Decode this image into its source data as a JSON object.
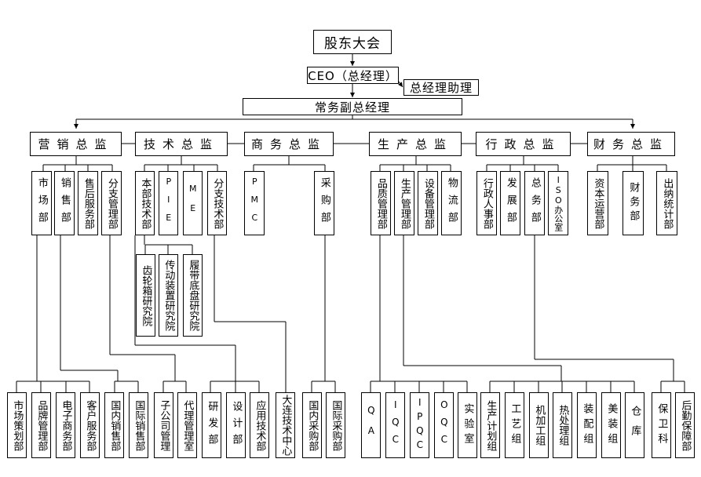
{
  "top": {
    "board": "股东大会",
    "ceo": "CEO（总经理）",
    "assistant": "总经理助理",
    "evp": "常务副总经理"
  },
  "directors": {
    "marketing": "营销总监",
    "technical": "技术总监",
    "business": "商务总监",
    "production": "生产总监",
    "admin": "行政总监",
    "finance": "财务总监"
  },
  "departments": {
    "market": "市场部",
    "sales": "销售部",
    "after_sales": "售后服务部",
    "branch_mgmt": "分支管理部",
    "hq_tech": "本部技术部",
    "pie": "PIE",
    "me": "ME",
    "branch_tech": "分支技术部",
    "pmc": "PMC",
    "purchase": "采购部",
    "quality": "品质管理部",
    "prod_mgmt": "生产管理部",
    "equipment": "设备管理部",
    "logistics": "物流部",
    "hr": "行政人事部",
    "development": "发展部",
    "general_affairs": "总务部",
    "iso_office": "ISO办公室",
    "capital": "资本运营部",
    "finance_dept": "财务部",
    "cashier": "出纳统计部"
  },
  "institutes": {
    "gearbox": "齿轮箱研究院",
    "transmission": "传动装置研究院",
    "crawler": "履带底盘研究院"
  },
  "units": {
    "market_planning": "市场策划部",
    "brand_mgmt": "品牌管理部",
    "ecommerce": "电子商务部",
    "customer_service": "客户服务部",
    "domestic_sales": "国内销售部",
    "intl_sales": "国际销售部",
    "subsidiary_mgmt": "子公司管理",
    "agent_mgmt": "代理管理室",
    "rd": "研发部",
    "design": "设计部",
    "app_tech": "应用技术部",
    "dalian_center": "大连技术中心",
    "domestic_purchase": "国内采购部",
    "intl_purchase": "国际采购部",
    "qa": "QA",
    "iqc": "IQC",
    "ipqc": "IPQC",
    "oqc": "OQC",
    "lab": "实验室",
    "prod_plan": "生产计划组",
    "process": "工艺组",
    "machining": "机加工组",
    "heat_treat": "热处理组",
    "assembly": "装配组",
    "painting": "美装组",
    "warehouse": "仓库",
    "security": "保卫科",
    "logistics_support": "后勤保障部"
  }
}
